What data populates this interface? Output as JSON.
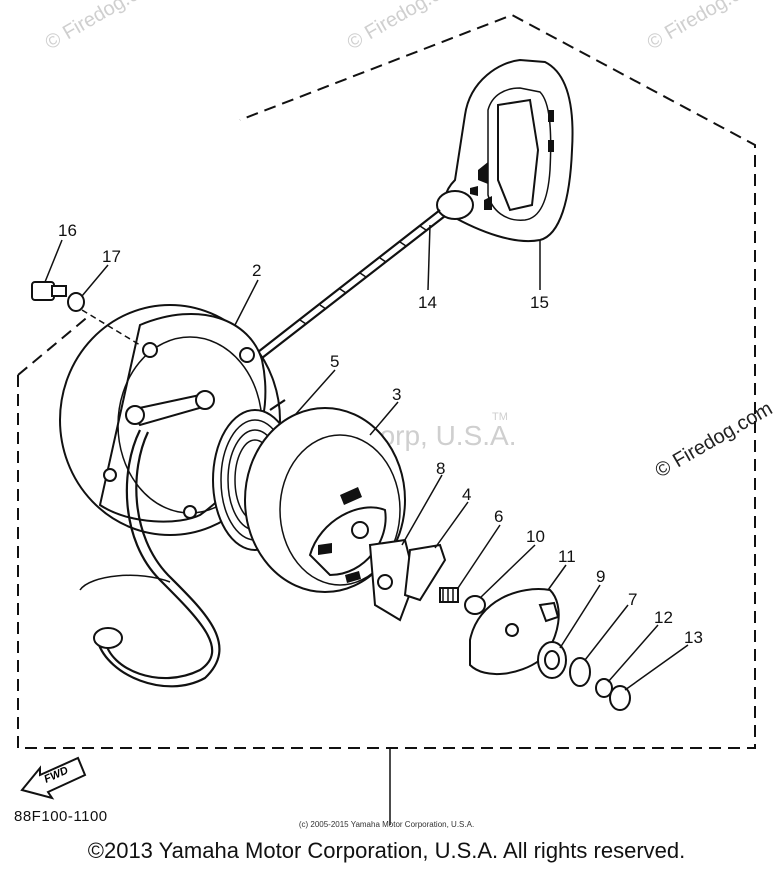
{
  "diagram": {
    "part_code": "88F100-1100",
    "fwd_label": "FWD",
    "copyright_small": "(c) 2005-2015 Yamaha Motor Corporation, U.S.A.",
    "copyright_main": "©2013 Yamaha Motor Corporation, U.S.A. All rights reserved.",
    "watermark_center": "Yamaha Motor Corp, U.S.A.",
    "watermark_tm": "TM",
    "watermark_side": "© Firedog.com",
    "watermark_top": "© Firedog.com",
    "callouts": [
      "2",
      "3",
      "4",
      "5",
      "6",
      "7",
      "8",
      "9",
      "10",
      "11",
      "12",
      "13",
      "14",
      "15",
      "16",
      "17"
    ]
  }
}
